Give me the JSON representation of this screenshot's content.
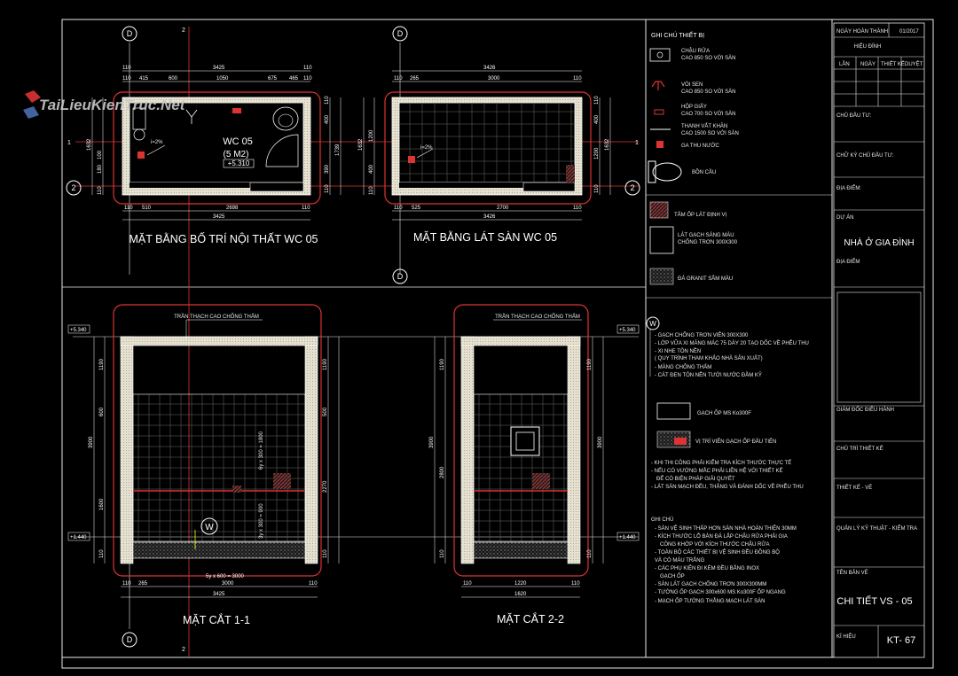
{
  "watermark": "TaiLieuKienTruc.Net",
  "axis_labels": {
    "d": "D",
    "one": "1",
    "two": "2"
  },
  "plan1": {
    "title": "MẶT BẰNG BỐ TRÍ NỘI THẤT WC 05",
    "room": "WC 05",
    "area": "(5 M2)",
    "level": "+5.310",
    "slope": "i=2%",
    "top_dims": [
      "110",
      "415",
      "600",
      "1050",
      "675",
      "465",
      "110"
    ],
    "top_total": "3425",
    "bottom_dims": [
      "110",
      "510",
      "2698",
      "110"
    ],
    "bottom_total": "3425",
    "left_dims": [
      "1632",
      "180",
      "100",
      "110"
    ],
    "right_dims": [
      "110",
      "400",
      "1739",
      "390",
      "110"
    ]
  },
  "plan2": {
    "title": "MẶT BẰNG LÁT SÀN WC 05",
    "slope": "i=2%",
    "top_dims": [
      "110",
      "265",
      "3000",
      "110"
    ],
    "top_total": "3426",
    "bottom_dims": [
      "110",
      "525",
      "2700",
      "110"
    ],
    "bottom_total": "3426",
    "left_dims": [
      "1632",
      "1200",
      "400",
      "110"
    ],
    "right_dims": [
      "110",
      "400",
      "1200",
      "1632",
      "110"
    ]
  },
  "section1": {
    "title": "MẶT CẮT 1-1",
    "ceiling_note": "TRẦN THẠCH CAO CHỐNG THẤM",
    "level_top": "+5.340",
    "level_floor": "+1.440",
    "tile_note_1": "6y x 300 = 1800",
    "tile_note_2": "3y x 300 = 900",
    "bottom_note": "5y x 600 = 3000",
    "bottom_dims": [
      "110",
      "265",
      "3000",
      "110"
    ],
    "bottom_total": "3425",
    "left_dims": [
      "1190",
      "600",
      "3900",
      "1600",
      "110"
    ],
    "right_dims": [
      "1190",
      "500",
      "2270",
      "110"
    ]
  },
  "section2": {
    "title": "MẶT CẮT 2-2",
    "ceiling_note": "TRẦN THẠCH CAO CHỐNG THẤM",
    "level_top": "+5.340",
    "level_floor": "+1.440",
    "bottom_dims": [
      "110",
      "1220",
      "110"
    ],
    "bottom_total": "1620",
    "left_dims": [
      "1190",
      "3900",
      "2800",
      "110"
    ],
    "right_dims": [
      "1190",
      "3900",
      "110"
    ]
  },
  "legend": {
    "title": "GHI CHÚ THIẾT BỊ",
    "items": [
      {
        "icon": "washbasin-icon",
        "lines": [
          "CHẬU RỬA",
          "CAO 850 SO VỚI SÀN"
        ]
      },
      {
        "icon": "shower-icon",
        "lines": [
          "VÒI SEN",
          "CAO 850 SO VỚI SÀN"
        ]
      },
      {
        "icon": "paper-holder-icon",
        "lines": [
          "HỘP GIẤY",
          "CAO 700 SO VỚI SÀN"
        ]
      },
      {
        "icon": "towel-bar-icon",
        "lines": [
          "THANH VẮT KHĂN",
          "CAO 1500 SO VỚI SÀN"
        ]
      },
      {
        "icon": "floor-drain-icon",
        "lines": [
          "GA THU NƯỚC"
        ]
      },
      {
        "icon": "toilet-icon",
        "lines": [
          "BỒN CẦU"
        ]
      }
    ],
    "materials": [
      {
        "icon": "hatched-tile-icon",
        "lines": [
          "TẤM ỐP LÁT ĐỊNH VỊ"
        ]
      },
      {
        "icon": "tile-grid-icon",
        "lines": [
          "LÁT GẠCH SÁNG MÀU",
          "CHỐNG TRƠN 300X300"
        ]
      },
      {
        "icon": "granite-icon",
        "lines": [
          "ĐÁ GRANIT SẪM MÀU"
        ]
      }
    ],
    "w_label": "W",
    "w_notes": [
      "- GẠCH CHỐNG TRƠN VIÊN 300X300",
      "- LỚP VỮA XI MĂNG MÁC 75 DÀY 20 TẠO DỐC VỀ PHỄU THU",
      "- XI NHE TÔN NỀN",
      "( QUY TRÌNH THAM KHẢO NHÀ SẢN XUẤT)",
      "- MÀNG CHỐNG THẤM",
      "- CÁT ĐEN TÔN NỀN TƯỚI NƯỚC ĐẦM KỸ"
    ],
    "wall_tile": "GẠCH ỐP MS Ko300F",
    "first_tile": "VỊ TRÍ VIÊN GẠCH ỐP ĐẦU TIÊN",
    "construction_notes": [
      "- KHI THI CÔNG PHẢI KIỂM TRA KÍCH THƯỚC THỰC TẾ",
      "- NẾU CÓ VƯỚNG MẮC PHẢI LIÊN HỆ VỚI THIẾT KẾ",
      "ĐỂ CÓ BIỆN PHÁP GIẢI QUYẾT",
      "- LÁT SÀN MẠCH ĐỀU, THẲNG VÀ ĐÁNH DỐC VỀ PHỄU THU"
    ],
    "general_title": "GHI CHÚ",
    "general_notes": [
      "- SÀN VỆ SINH THẤP HƠN SÀN NHÀ HOÀN THIỆN 30MM",
      "- KÍCH THƯỚC LỖ BÀN ĐÁ LẮP CHẬU RỬA PHẢI GIA",
      "CÔNG KHỚP VỚI KÍCH THƯỚC CHẬU RỬA",
      "- TOÀN BỘ CÁC THIẾT BỊ VỆ SINH ĐỀU ĐỒNG BỘ",
      "VÀ CÓ MÀU TRẮNG",
      "- CÁC PHỤ KIỆN ĐI KÈM ĐỀU BẰNG INOX",
      "GẠCH ỐP",
      "- SÀN LÁT GẠCH CHỐNG TRƠN 300X300MM",
      "- TƯỜNG ỐP GẠCH 300x600 MS Ko300F ỐP NGANG",
      "- MẠCH ỐP TƯỜNG THẲNG MẠCH LÁT SÀN"
    ]
  },
  "titleblock": {
    "date_label": "NGÀY HOÀN THÀNH",
    "date_value": "01/2017",
    "revision_label": "HIỆU ĐÍNH",
    "rev_cols": [
      "LẦN",
      "NGÀY",
      "THIẾT KẾ",
      "DUYỆT"
    ],
    "investor": "CHỦ ĐẦU TƯ:",
    "investor_sign": "CHỮ KÝ CHỦ ĐẦU TƯ:",
    "location": "ĐỊA ĐIỂM:",
    "project_label": "DỰ ÁN",
    "project": "NHÀ Ở GIA ĐÌNH",
    "project_location": "ĐỊA ĐIỂM",
    "director": "GIÁM ĐỐC ĐIỀU HÀNH",
    "design_lead": "CHỦ TRÌ THIẾT KẾ",
    "designer": "THIẾT KẾ - VẼ",
    "manager": "QUẢN LÝ KỸ THUẬT - KIỂM TRA",
    "drawing_label": "TÊN BẢN VẼ",
    "drawing_name": "CHI TIẾT VS - 05",
    "sheet_label": "KÍ HIỆU",
    "sheet_no": "KT- 67"
  }
}
